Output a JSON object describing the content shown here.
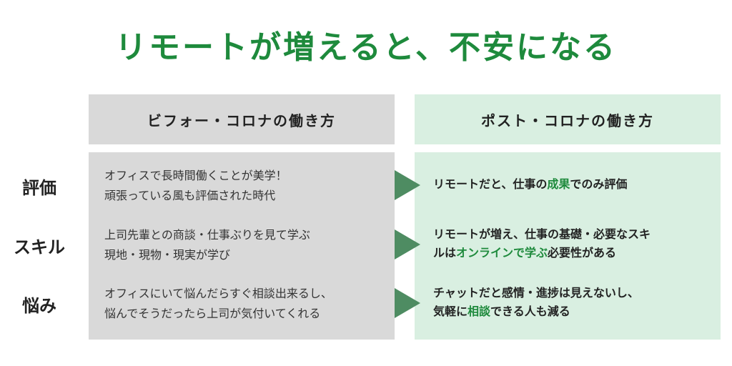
{
  "title": "リモートが増えると、不安になる",
  "columns": {
    "before": "ビフォー・コロナの働き方",
    "after": "ポスト・コロナの働き方"
  },
  "rows": [
    {
      "label": "評価",
      "before": [
        "オフィスで長時間働くことが美学！",
        "頑張っている風も評価された時代"
      ],
      "after": [
        "リモートだと、仕事の",
        "成果",
        "でのみ評価"
      ]
    },
    {
      "label": "スキル",
      "before": [
        "上司先輩との商談・仕事ぶりを見て学ぶ",
        "現地・現物・現実が学び"
      ],
      "after": [
        "リモートが増え、仕事の基礎・必要なスキ",
        "ルは",
        "オンラインで学ぶ",
        "必要性がある"
      ]
    },
    {
      "label": "悩み",
      "before": [
        "オフィスにいて悩んだらすぐ相談出来るし、",
        "悩んでそうだったら上司が気付いてくれる"
      ],
      "after": [
        "チャットだと感情・進捗は見えないし、",
        "気軽に",
        "相談",
        "できる人も減る"
      ]
    }
  ],
  "colors": {
    "title": "#1e8a3c",
    "before_bg": "#d9d9d9",
    "after_bg": "#d9efe1",
    "arrow": "#4e8c62",
    "highlight": "#1e8a3c"
  }
}
